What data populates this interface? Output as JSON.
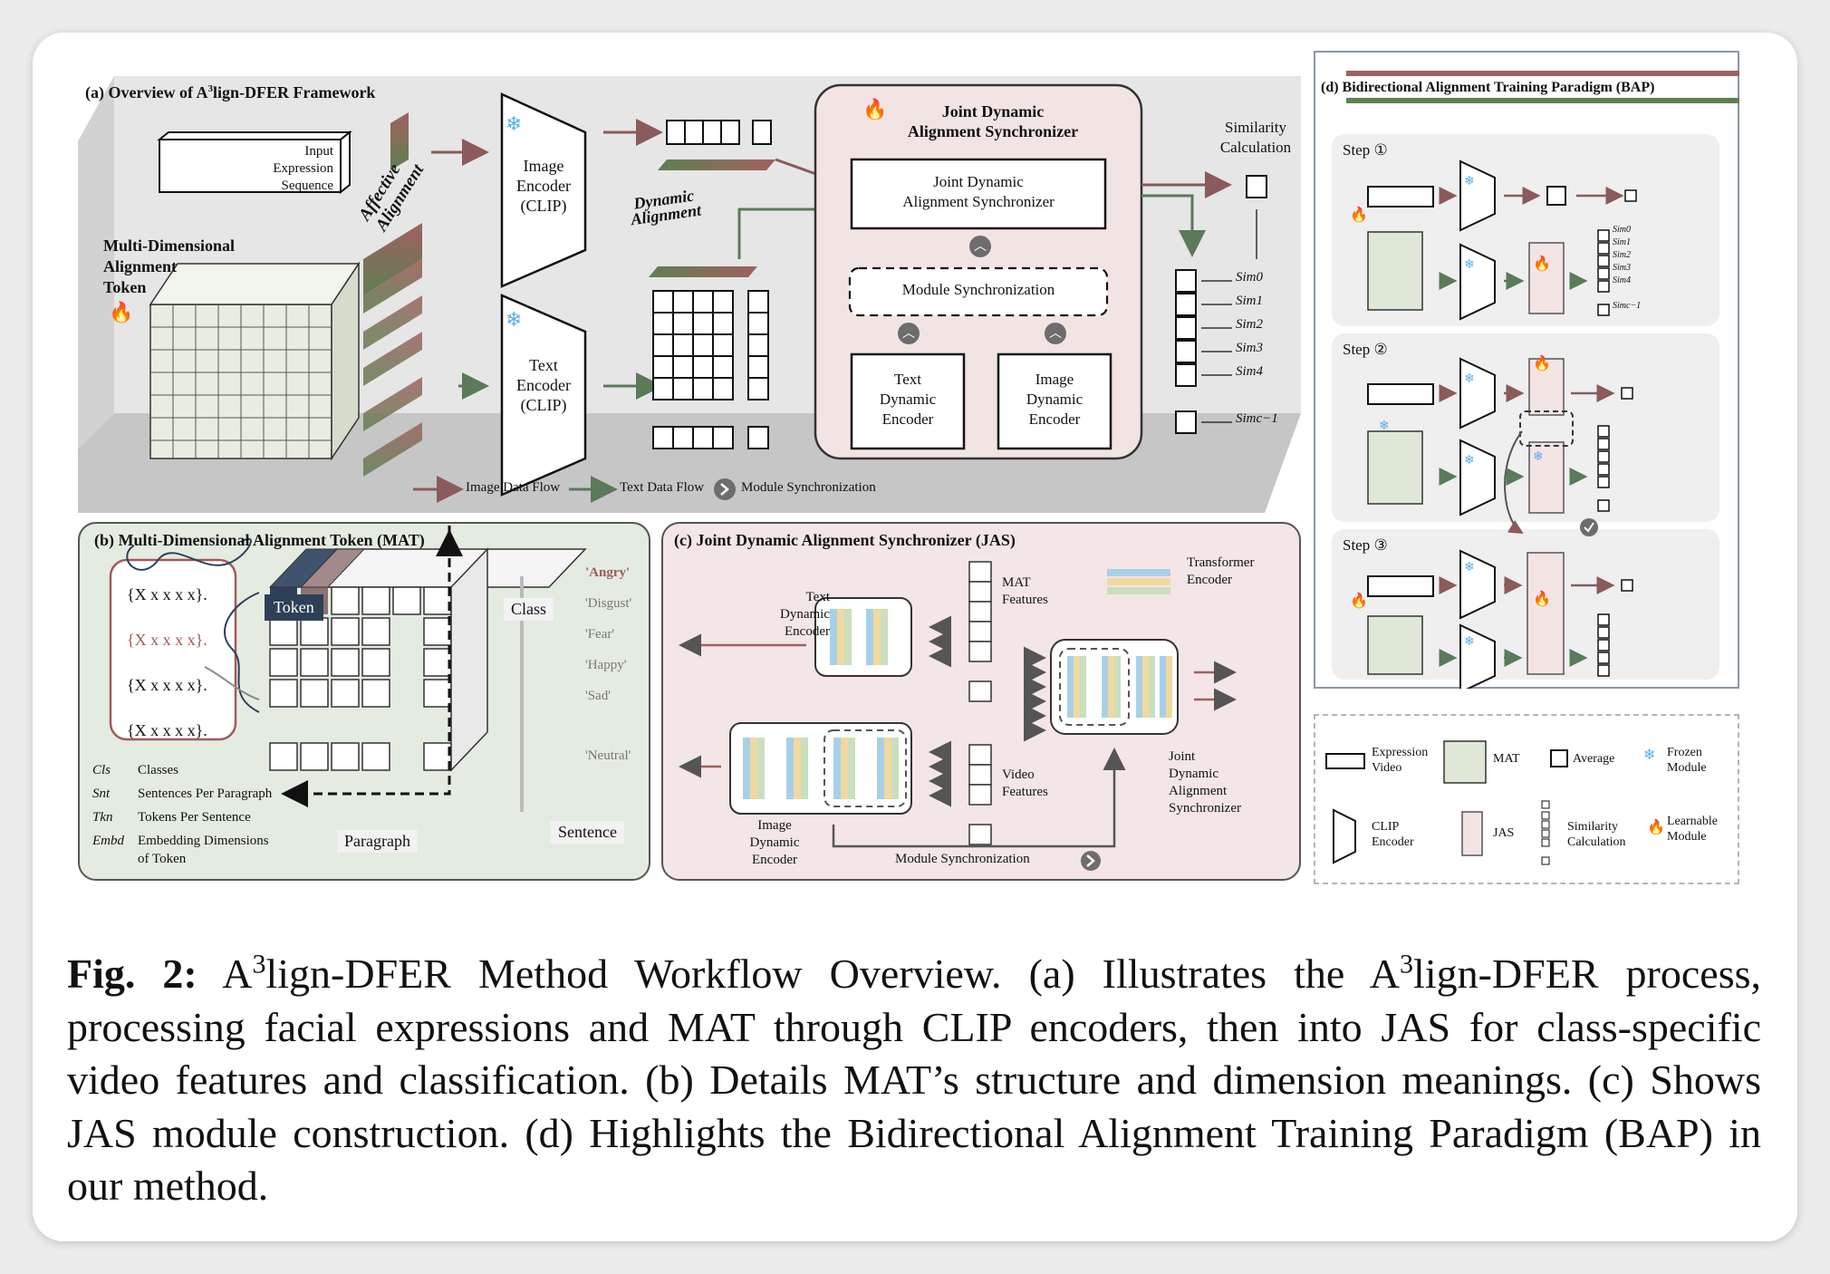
{
  "panel_a": {
    "title": "(a) Overview of A",
    "title_sup": "3",
    "title_rest": "lign-DFER Framework",
    "input_line1": "Input",
    "input_line2": "Expression",
    "input_line3": "Sequence",
    "mat_line1": "Multi-Dimensional",
    "mat_line2": "Alignment",
    "mat_line3": "Token",
    "affective_line1": "Affective",
    "affective_line2": "Alignment",
    "image_encoder_line1": "Image",
    "image_encoder_line2": "Encoder",
    "image_encoder_line3": "(CLIP)",
    "text_encoder_line1": "Text",
    "text_encoder_line2": "Encoder",
    "text_encoder_line3": "(CLIP)",
    "dynamic_line1": "Dynamic",
    "dynamic_line2": "Alignment",
    "jas_title_line1": "Joint Dynamic",
    "jas_title_line2": "Alignment Synchronizer",
    "jas_inner_line1": "Joint Dynamic",
    "jas_inner_line2": "Alignment Synchronizer",
    "module_sync": "Module Synchronization",
    "text_dyn_line1": "Text",
    "text_dyn_line2": "Dynamic",
    "text_dyn_line3": "Encoder",
    "image_dyn_line1": "Image",
    "image_dyn_line2": "Dynamic",
    "image_dyn_line3": "Encoder",
    "similarity_line1": "Similarity",
    "similarity_line2": "Calculation",
    "sims": [
      "Sim0",
      "Sim1",
      "Sim2",
      "Sim3",
      "Sim4",
      "Simc−1"
    ],
    "legend_image": "Image Data Flow",
    "legend_text": "Text Data Flow",
    "legend_sync": "Module Synchronization"
  },
  "panel_b": {
    "title": "(b) Multi-Dimensional Alignment Token (MAT)",
    "rows": [
      "{X x x x x}.",
      "{X x x x x}.",
      "{X x x x x}.",
      "{X x x x x}."
    ],
    "token": "Token",
    "class": "Class",
    "paragraph": "Paragraph",
    "sentence": "Sentence",
    "classes": [
      "'Angry'",
      "'Disgust'",
      "'Fear'",
      "'Happy'",
      "'Sad'",
      "'Neutral'"
    ],
    "defs": [
      {
        "abbr": "Cls",
        "text": "Classes"
      },
      {
        "abbr": "Snt",
        "text": "Sentences Per Paragraph"
      },
      {
        "abbr": "Tkn",
        "text": "Tokens Per Sentence"
      },
      {
        "abbr": "Embd",
        "text": "Embedding Dimensions"
      }
    ],
    "defs_cont": "of Token"
  },
  "panel_c": {
    "title": "(c) Joint Dynamic Alignment Synchronizer (JAS)",
    "text_dyn_line1": "Text",
    "text_dyn_line2": "Dynamic",
    "text_dyn_line3": "Encoder",
    "image_dyn_line1": "Image",
    "image_dyn_line2": "Dynamic",
    "image_dyn_line3": "Encoder",
    "mat_features_line1": "MAT",
    "mat_features_line2": "Features",
    "video_features_line1": "Video",
    "video_features_line2": "Features",
    "transformer_line1": "Transformer",
    "transformer_line2": "Encoder",
    "joint_line1": "Joint",
    "joint_line2": "Dynamic",
    "joint_line3": "Alignment",
    "joint_line4": "Synchronizer",
    "module_sync": "Module Synchronization"
  },
  "panel_d": {
    "title": "(d) Bidirectional Alignment Training Paradigm (BAP)",
    "step1": "Step ①",
    "step2": "Step ②",
    "step3": "Step ③",
    "sims": [
      "Sim0",
      "Sim1",
      "Sim2",
      "Sim3",
      "Sim4",
      "Simc−1"
    ]
  },
  "legend": {
    "expression_line1": "Expression",
    "expression_line2": "Video",
    "mat": "MAT",
    "average": "Average",
    "frozen_line1": "Frozen",
    "frozen_line2": "Module",
    "clip_line1": "CLIP",
    "clip_line2": "Encoder",
    "jas": "JAS",
    "similarity_line1": "Similarity",
    "similarity_line2": "Calculation",
    "learnable_line1": "Learnable",
    "learnable_line2": "Module"
  },
  "caption": {
    "label": "Fig. 2:",
    "a3_prefix": "A",
    "sup": "3",
    "part1": "lign-DFER Method Workflow Overview. (a) Illustrates the A",
    "part2": "lign-DFER process, processing facial expressions and MAT through CLIP encoders, then into JAS for class-specific video features and classification. (b) Details MAT’s structure and dimension meanings. (c) Shows JAS module construction. (d) Highlights the Bidirectional Alignment Training Paradigm (BAP) in our method."
  },
  "colors": {
    "image_flow": "#8b5a5a",
    "text_flow": "#5a7a5a",
    "jas_fill": "#f3e4e4",
    "mat_panel": "#e4ece2",
    "jas_panel": "#f4e6e6",
    "gray_floor": "#c8c8c8"
  }
}
